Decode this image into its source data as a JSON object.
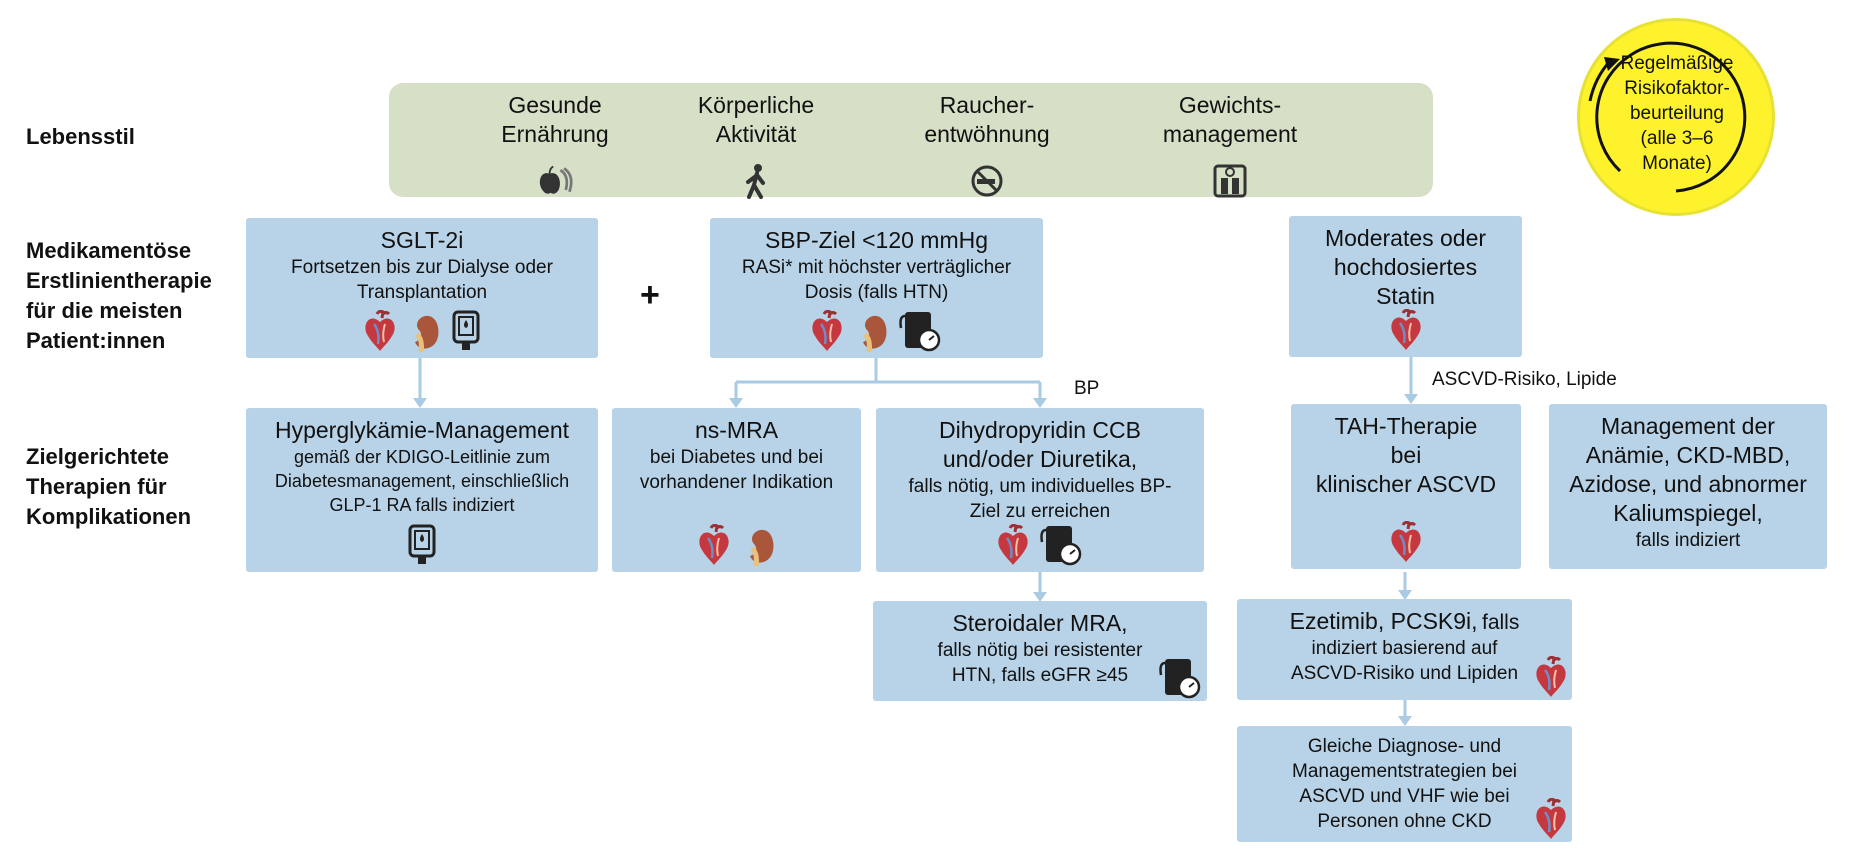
{
  "rows": {
    "lifestyle": "Lebensstil",
    "first_line": "Medikamentöse\nErstlinientherapie\nfür die meisten\nPatient:innen",
    "targeted": "Zielgerichtete\nTherapien für\nKomplikationen"
  },
  "lifestyle_items": [
    {
      "label": "Gesunde\nErnährung",
      "icon": "apple-icon"
    },
    {
      "label": "Körperliche\nAktivität",
      "icon": "walking-person-icon"
    },
    {
      "label": "Raucher-\nentwöhnung",
      "icon": "no-smoking-icon"
    },
    {
      "label": "Gewichts-\nmanagement",
      "icon": "scale-icon"
    }
  ],
  "cycle": {
    "text": "Regelmäßige\nRisikofaktor-\nbeurteilung\n(alle 3–6\nMonate)"
  },
  "boxes": {
    "sglt2": {
      "title": "SGLT-2i",
      "body": "Fortsetzen bis zur Dialyse oder\nTransplantation"
    },
    "sbp": {
      "title": "SBP-Ziel <120 mmHg",
      "body": "RASi* mit höchster verträglicher\nDosis (falls HTN)"
    },
    "statin": {
      "title": "Moderates oder\nhochdosiertes\nStatin"
    },
    "hyperglycemia": {
      "title": "Hyperglykämie-Management",
      "body": "gemäß der KDIGO-Leitlinie zum\nDiabetesmanagement, einschließlich\nGLP-1 RA falls indiziert"
    },
    "nsmra": {
      "title": "ns-MRA",
      "body": "bei Diabetes und bei\nvorhandener Indikation"
    },
    "ccb": {
      "title": "Dihydropyridin CCB\nund/oder Diuretika,",
      "body": "falls nötig, um individuelles BP-\nZiel zu erreichen"
    },
    "tah": {
      "title": "TAH-Therapie\nbei\nklinischer ASCVD"
    },
    "anemia": {
      "title": "Management der\nAnämie, CKD-MBD,\nAzidose, und abnormer\nKaliumspiegel,",
      "body": "falls indiziert"
    },
    "steroid_mra": {
      "title": "Steroidaler MRA,",
      "body": "falls nötig bei resistenter\nHTN, falls eGFR ≥45"
    },
    "ezetimib": {
      "title": "Ezetimib, PCSK9i,",
      "title_suffix": "falls",
      "body": "indiziert basierend auf\nASCVD-Risiko und Lipiden"
    },
    "same_diag": {
      "body": "Gleiche Diagnose- und\nManagementstrategien bei\nASCVD und VHF wie bei\nPersonen ohne CKD"
    }
  },
  "plus": "+",
  "edge_labels": {
    "bp": "BP",
    "ascvd": "ASCVD-Risiko, Lipide"
  },
  "icon_names": [
    "heart-icon",
    "kidney-icon",
    "glucose-meter-icon",
    "blood-pressure-monitor-icon"
  ],
  "colors": {
    "box": "#b8d3e7",
    "lifestyle": "#d6e0c6",
    "cycle": "#fdf22c",
    "arrow": "#a9cbe3"
  }
}
